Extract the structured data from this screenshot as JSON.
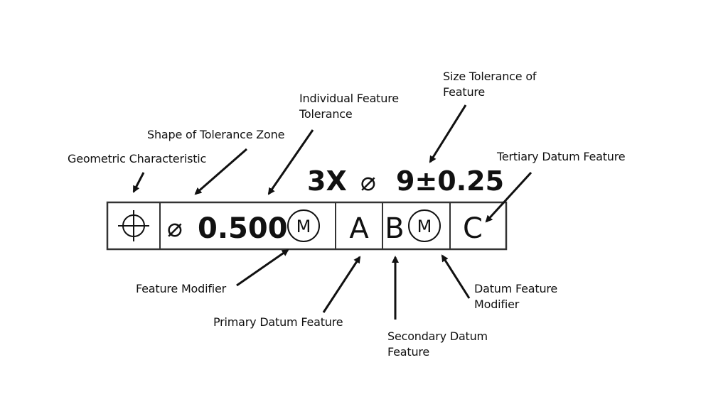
{
  "size_dimension": {
    "count": "3X",
    "diameter_symbol": "⌀",
    "value": "9±0.25"
  },
  "control_frame": {
    "characteristic_icon": "position-crosshair-icon",
    "zone_shape_symbol": "⌀",
    "tolerance_value": "0.500",
    "feature_modifier": "M",
    "primary_datum": "A",
    "secondary_datum": "B",
    "secondary_datum_modifier": "M",
    "tertiary_datum": "C"
  },
  "callouts": {
    "geometric_characteristic": "Geometric Characteristic",
    "shape_of_tolerance_zone": "Shape of Tolerance Zone",
    "individual_feature_tolerance": [
      "Individual Feature",
      "Tolerance"
    ],
    "size_tolerance_of_feature": [
      "Size Tolerance of",
      "Feature"
    ],
    "tertiary_datum_feature": "Tertiary Datum Feature",
    "feature_modifier": "Feature Modifier",
    "primary_datum_feature": "Primary Datum Feature",
    "secondary_datum_feature": [
      "Secondary Datum",
      "Feature"
    ],
    "datum_feature_modifier": [
      "Datum Feature",
      "Modifier"
    ]
  }
}
